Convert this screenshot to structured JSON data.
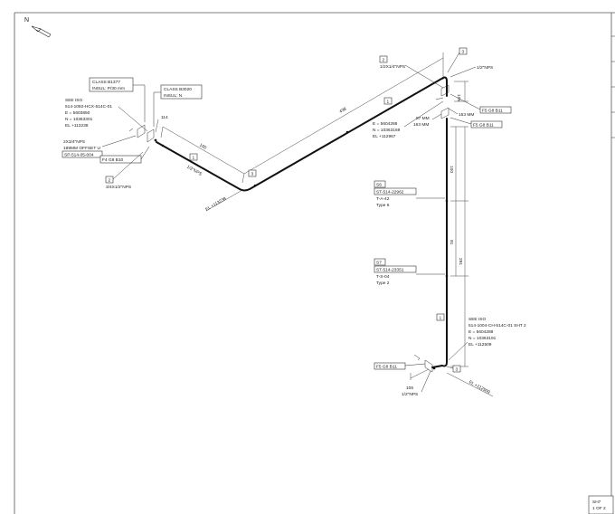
{
  "north": {
    "label": "N"
  },
  "class_boxes": [
    {
      "line1": "CLASS  B1377",
      "line2": "INSUL: P/30 mm"
    },
    {
      "line1": "CLASS  B3020",
      "line2": "INSUL: N"
    }
  ],
  "see_iso_left": {
    "title": "SEE ISO",
    "ref": "514-1092-HCX-514C-01",
    "e": "E = 5603850",
    "n": "N = 10363301",
    "el": "EL +113238"
  },
  "left_dim_114": "114",
  "offset_note": {
    "line1": "2X3/4\"NPS",
    "line2": "189MM OFFSET U",
    "tag": "SP-514-05-004"
  },
  "f4_tag": "F4 G8 B10",
  "item2_tag": "2",
  "item2_text": "3/4X1/2\"NPS",
  "left_elbow_tag": "3",
  "dim_100_left": "100",
  "dim_438": "438",
  "pipe_size_left": "1/2\"NPS",
  "item1_tag_left": "1",
  "item1_tag_diag": "1",
  "el_left": "EL +113238",
  "top_item2_tag": "2",
  "top_item2_text": "1/2X1/4\"NPS",
  "top_item3_tag": "3",
  "top_npS": "1/2\"NPS",
  "coords_mid": {
    "e": "E = 5604288",
    "n": "N = 10363169",
    "el": "EL +112967"
  },
  "mm87": "87 MM",
  "mm163a": "163 MM",
  "mm163b": "163 MM",
  "dim_105_top": "105",
  "f5_top_1": "F5 G8 B11",
  "f5_top_2": "F5 G8 B11",
  "support_s6": {
    "tag": "S6",
    "id": "ST-514-22962",
    "type": "T-A-42",
    "sub": "Type 6"
  },
  "support_s7": {
    "tag": "S7",
    "id": "ST-514-23351",
    "type": "T-S-04",
    "sub": "Type 2"
  },
  "dim_100_vert": "100",
  "dim_91_vert": "91",
  "dim_291_vert": "291",
  "item1_tag_vert": "1",
  "see_iso_right": {
    "title": "SEE ISO",
    "ref": "514-1004-CH-514C-01 SHT 2",
    "e": "E = 5604288",
    "n": "N = 10363191",
    "el": "EL +112509"
  },
  "f5_bottom": "F5 G8 B11",
  "bottom_item3_tag": "3",
  "dim_105_bottom": "105",
  "bottom_nps": "1/2\"NPS",
  "el_bottom": "EL +112509",
  "sheet": {
    "line1": "SH7",
    "line2": "1 OF 2"
  }
}
